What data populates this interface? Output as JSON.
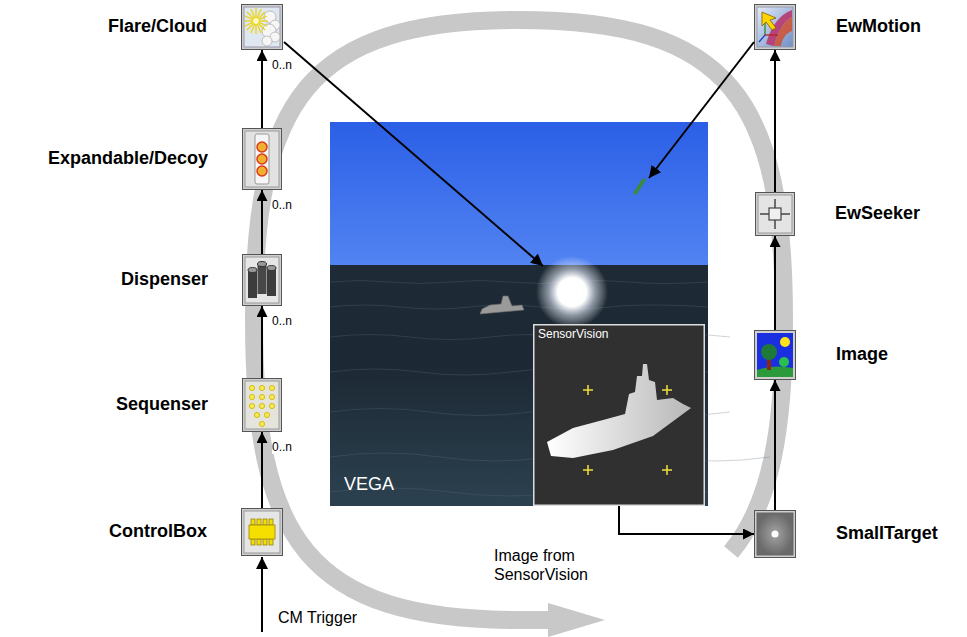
{
  "diagram": {
    "nodes": [
      {
        "text": [
          "Flare/Cloud"
        ]
      },
      {
        "text": [
          "Expandable/Decoy"
        ]
      },
      {
        "text": [
          "Dispenser"
        ]
      },
      {
        "text": [
          "Sequenser"
        ]
      },
      {
        "text": [
          "ControlBox"
        ]
      },
      {
        "text": [
          "VEGA"
        ]
      },
      {
        "text": [
          "SensorVision"
        ],
        "in": 5
      },
      {
        "text": [
          "EwMotion"
        ]
      },
      {
        "text": [
          "EwSeeker"
        ]
      },
      {
        "text": [
          "Image"
        ]
      },
      {
        "text": [
          "SmallTarget"
        ]
      }
    ],
    "edges": [
      {
        "from": 4,
        "to": 3,
        "label": "0..n",
        "arrow": "to"
      },
      {
        "from": 3,
        "to": 2,
        "label": "0..n",
        "arrow": "to"
      },
      {
        "from": 2,
        "to": 1,
        "label": "0..n",
        "arrow": "to"
      },
      {
        "from": 1,
        "to": 0,
        "label": "0..n",
        "arrow": "to"
      },
      {
        "from": 10,
        "to": 9,
        "arrow": "to"
      },
      {
        "from": 9,
        "to": 8,
        "arrow": "to"
      },
      {
        "from": 8,
        "to": 7,
        "arrow": "to"
      },
      {
        "from": 6,
        "to": 10,
        "label": "Image from SensorVision",
        "arrow": "to"
      }
    ],
    "labels": [
      "CM Trigger"
    ]
  }
}
